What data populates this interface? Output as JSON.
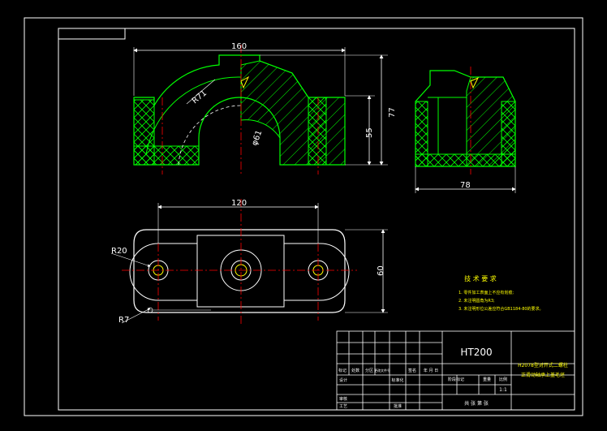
{
  "dimensions": {
    "top_width": "160",
    "total_height": "77",
    "inner_height": "55",
    "radius_outer": "R71",
    "bore_dia": "φ61",
    "side_width": "78",
    "plan_length": "120",
    "plan_width": "60",
    "end_radius": "R20",
    "fillet_radius": "R7"
  },
  "tech_requirements": {
    "title": "技 术 要 求",
    "items": [
      "1. 零件加工表面上不应有划痕;",
      "2. 未注明圆角为R3;",
      "3. 未注明形位公差应符合GB1184-80的要求。"
    ]
  },
  "title_block": {
    "material": "HT200",
    "part_name_line1": "H2078型对开式二螺柱",
    "part_name_line2": "正滑动轴承上盖毛坯",
    "header_labels": [
      "标记",
      "处数",
      "分区",
      "更改文件号",
      "签名",
      "年 月 日"
    ],
    "row_labels": [
      "设计",
      "标准化",
      "审核",
      "工艺",
      "批准"
    ],
    "mid_labels": [
      "阶段标记",
      "重量",
      "比例"
    ],
    "scale": "1:1",
    "sheet": "共  张  第  张"
  },
  "colors": {
    "frame": "#ffffff",
    "outline": "#00ff00",
    "hatch": "#00ff00",
    "center": "#ff0000",
    "dimension": "#ffffff",
    "accent": "#ffff00",
    "text_block": "#ffff00"
  }
}
